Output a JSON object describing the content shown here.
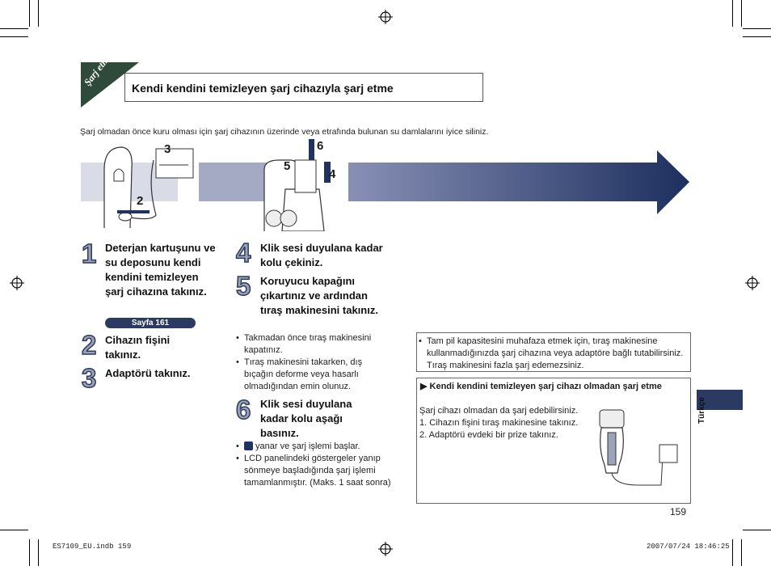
{
  "section_tag": "Şarj etme",
  "header": {
    "title": "Kendi kendini temizleyen şarj cihazıyla şarj etme"
  },
  "intro": "Şarj olmadan önce kuru olması için şarj cihazının üzerinde veya etrafında bulunan su damlalarını iyice siliniz.",
  "figure_labels": {
    "a": "3",
    "b": "2",
    "c": "6",
    "d": "5",
    "e": "4"
  },
  "steps": [
    {
      "num": "1",
      "text": "Deterjan kartuşunu ve su deposunu kendi kendini temizleyen şarj cihazına takınız.",
      "page_ref": "Sayfa 161"
    },
    {
      "num": "2",
      "text": "Cihazın fişini takınız."
    },
    {
      "num": "3",
      "text": "Adaptörü takınız."
    },
    {
      "num": "4",
      "text": "Klik sesi duyulana kadar kolu çekiniz."
    },
    {
      "num": "5",
      "text": "Koruyucu kapağını çıkartınız ve ardından tıraş makinesini takınız.",
      "bullets": [
        "Takmadan önce tıraş makinesini kapatınız.",
        "Tıraş makinesini takarken, dış bıçağın deforme veya hasarlı olmadığından emin olunuz."
      ]
    },
    {
      "num": "6",
      "text": "Klik sesi duyulana kadar kolu aşağı basınız.",
      "bullets": [
        "yanar ve şarj işlemi başlar.",
        "LCD panelindeki göstergeler yanıp sönmeye başladığında şarj işlemi tamamlanmıştır. (Maks. 1 saat sonra)"
      ]
    }
  ],
  "note": "Tam pil kapasitesini muhafaza etmek için, tıraş makinesine kullanmadığınızda şarj cihazına veya adaptöre bağlı tutabilirsiniz. Tıraş makinesini fazla şarj edemezsiniz.",
  "box2": {
    "title": "Kendi kendini temizleyen şarj cihazı olmadan şarj etme",
    "intro": "Şarj cihazı olmadan da şarj edebilirsiniz.",
    "items": [
      "1. Cihazın fişini tıraş makinesine takınız.",
      "2. Adaptörü evdeki bir prize takınız."
    ]
  },
  "side_label": "Türkçe",
  "page_number": "159",
  "footer": {
    "left": "ES7109_EU.indb   159",
    "right": "2007/07/24   18:46:25"
  },
  "colors": {
    "navy": "#1f3260",
    "accent": "#2a3a62",
    "tag_green": "#2f4a3a"
  }
}
